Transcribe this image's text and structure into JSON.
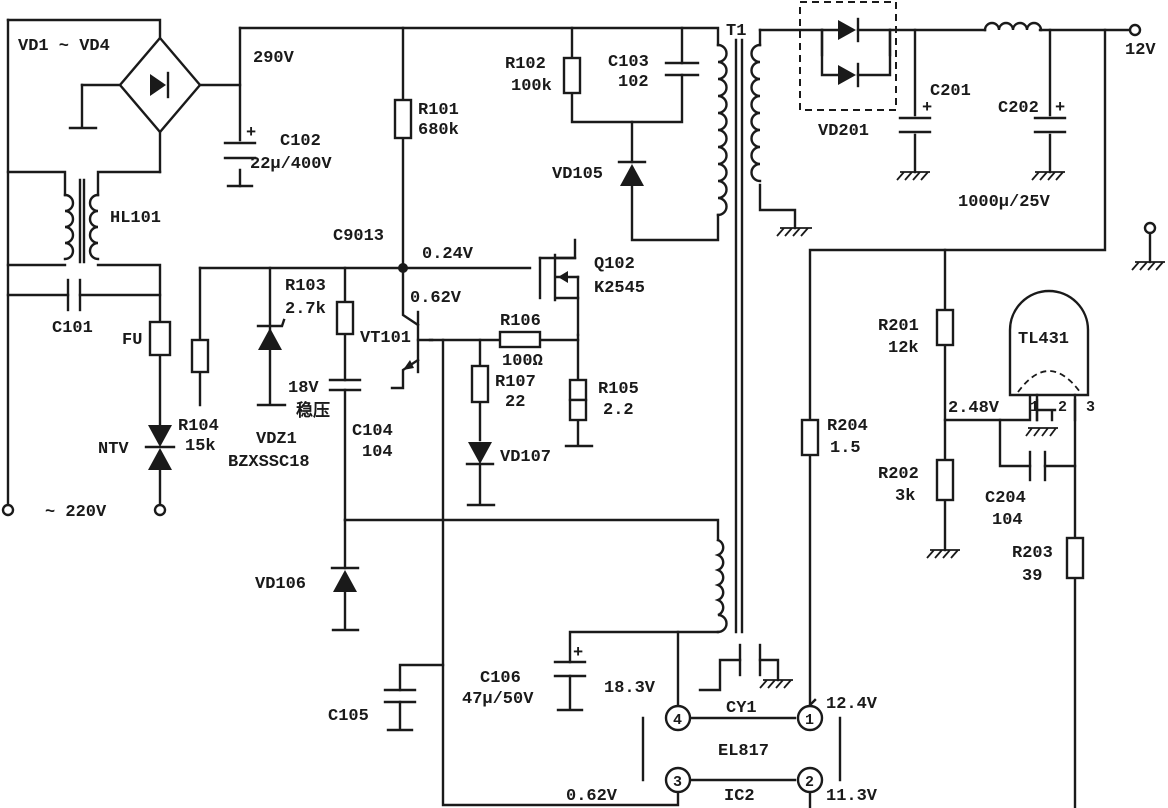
{
  "labels": {
    "vd1_vd4": "VD1 ~ VD4",
    "v290": "290V",
    "r101": "R101",
    "r101_val": "680k",
    "r102": "R102",
    "r102_val": "100k",
    "c103": "C103",
    "c103_val": "102",
    "t1": "T1",
    "c201": "C201",
    "c202": "C202",
    "vd201": "VD201",
    "c201_c202_val": "1000μ/25V",
    "out12v": "12V",
    "c102": "C102",
    "c102_val": "22μ/400V",
    "hl101": "HL101",
    "c9013": "C9013",
    "v024": "0.24V",
    "q102": "Q102",
    "q102_part": "K2545",
    "vd105": "VD105",
    "r103": "R103",
    "r103_val": "2.7k",
    "v062_base": "0.62V",
    "c101": "C101",
    "fu": "FU",
    "vt101": "VT101",
    "r106": "R106",
    "r106_val": "100Ω",
    "r201": "R201",
    "r201_val": "12k",
    "tl431": "TL431",
    "v18": "18V",
    "r107": "R107",
    "r107_val": "22",
    "r105": "R105",
    "r105_val": "2.2",
    "r104": "R104",
    "r104_val": "15k",
    "zener_note": "稳压",
    "c104": "C104",
    "c104_val": "104",
    "ntv": "NTV",
    "vdz1": "VDZ1",
    "vdz1_part": "BZXSSC18",
    "vd107": "VD107",
    "r204": "R204",
    "r204_val": "1.5",
    "v248": "2.48V",
    "tl_pin1": "1",
    "tl_pin2": "2",
    "tl_pin3": "3",
    "r202": "R202",
    "r202_val": "3k",
    "c204": "C204",
    "c204_val": "104",
    "ac220": "~ 220V",
    "r203": "R203",
    "r203_val": "39",
    "vd106": "VD106",
    "c106": "C106",
    "c106_val": "47μ/50V",
    "c105": "C105",
    "v183": "18.3V",
    "cy1": "CY1",
    "v124": "12.4V",
    "el817": "EL817",
    "v062_pin3": "0.62V",
    "ic2": "IC2",
    "v113": "11.3V",
    "pin4": "4",
    "pin1": "1",
    "pin3": "3",
    "pin2": "2",
    "plus": "+"
  }
}
